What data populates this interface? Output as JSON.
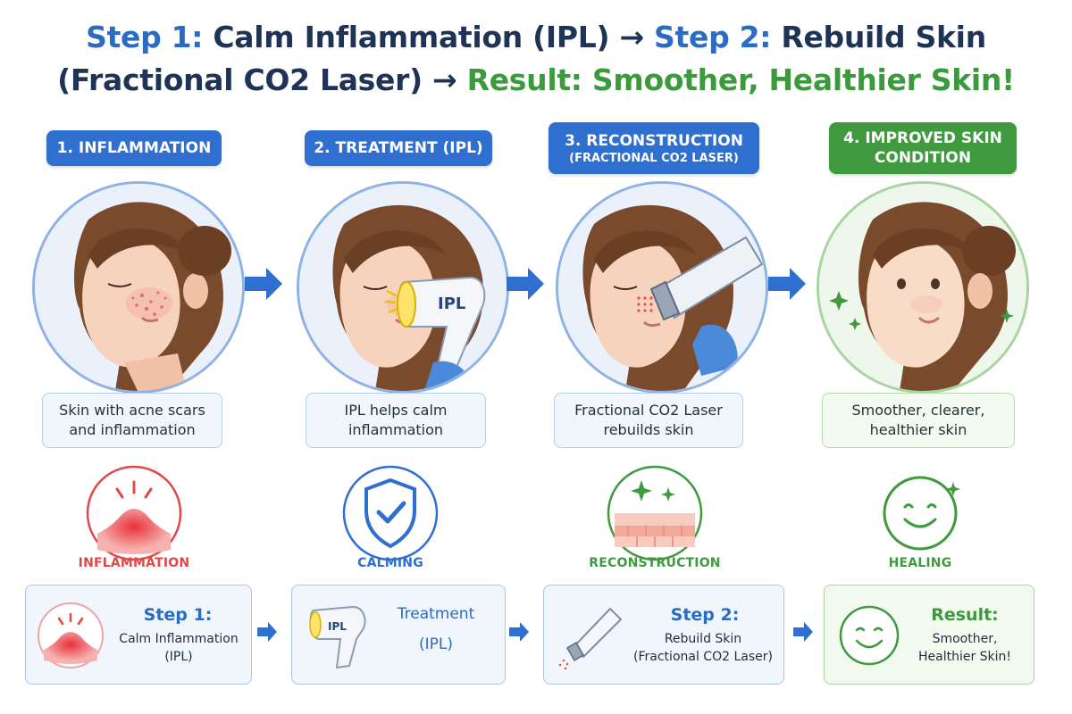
{
  "title": {
    "line1": {
      "step1": "Step 1:",
      "calm": " Calm Inflammation (IPL) → ",
      "step2": "Step 2:",
      "rebuild": " Rebuild Skin"
    },
    "line2": {
      "laser": "(Fractional CO2 Laser) → ",
      "result": "Result: Smoother, Healthier Skin!"
    }
  },
  "stages": [
    {
      "badge": "1. INFLAMMATION",
      "badge_sub": "",
      "caption": [
        "Skin with acne scars",
        "and inflammation"
      ],
      "icon_label": "INFLAMMATION",
      "device_label": ""
    },
    {
      "badge": "2. TREATMENT (IPL)",
      "badge_sub": "",
      "caption": [
        "IPL helps calm",
        "inflammation"
      ],
      "icon_label": "CALMING",
      "device_label": "IPL"
    },
    {
      "badge": "3. RECONSTRUCTION",
      "badge_sub": "(FRACTIONAL CO2 LASER)",
      "caption": [
        "Fractional CO2 Laser",
        "rebuilds skin"
      ],
      "icon_label": "RECONSTRUCTION",
      "device_label": ""
    },
    {
      "badge": "4. IMPROVED SKIN",
      "badge_sub": "CONDITION",
      "caption": [
        "Smoother, clearer,",
        "healthier skin"
      ],
      "icon_label": "HEALING",
      "device_label": ""
    }
  ],
  "summary": [
    {
      "head": "Step 1:",
      "body": [
        "Calm Inflammation",
        "(IPL)"
      ]
    },
    {
      "head": "",
      "body": [
        "Treatment",
        "(IPL)"
      ],
      "device_label": "IPL"
    },
    {
      "head": "Step 2:",
      "body": [
        "Rebuild Skin",
        "(Fractional CO2 Laser)"
      ]
    },
    {
      "head": "Result:",
      "body": [
        "Smoother,",
        "Healthier Skin!"
      ]
    }
  ],
  "colors": {
    "blue": "#2e6fcf",
    "navy": "#1e3355",
    "green": "#3f9a3f",
    "red": "#e14848"
  }
}
